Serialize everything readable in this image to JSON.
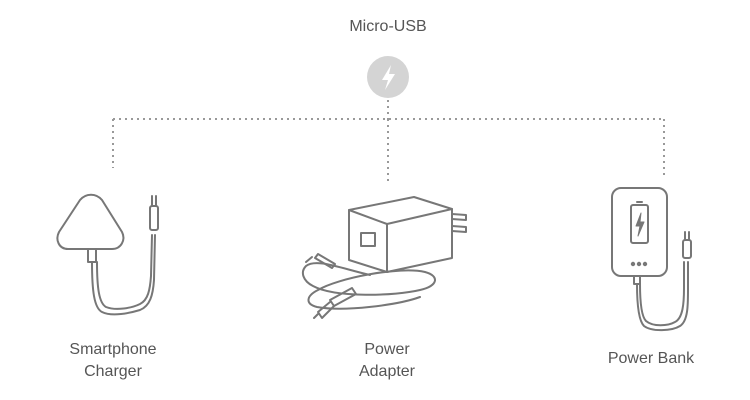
{
  "header": {
    "title": "Micro-USB"
  },
  "connector_icon": "lightning-bolt-icon",
  "devices": [
    {
      "id": "smartphone-charger",
      "label_lines": [
        "Smartphone",
        "Charger"
      ],
      "icon": "wall-charger-icon"
    },
    {
      "id": "power-adapter",
      "label_lines": [
        "Power",
        "Adapter"
      ],
      "icon": "usb-power-adapter-icon"
    },
    {
      "id": "power-bank",
      "label_lines": [
        "Power Bank"
      ],
      "icon": "power-bank-icon"
    }
  ],
  "colors": {
    "line": "#777777",
    "dots": "#999999",
    "badge": "#d4d4d4",
    "text": "#555555"
  }
}
